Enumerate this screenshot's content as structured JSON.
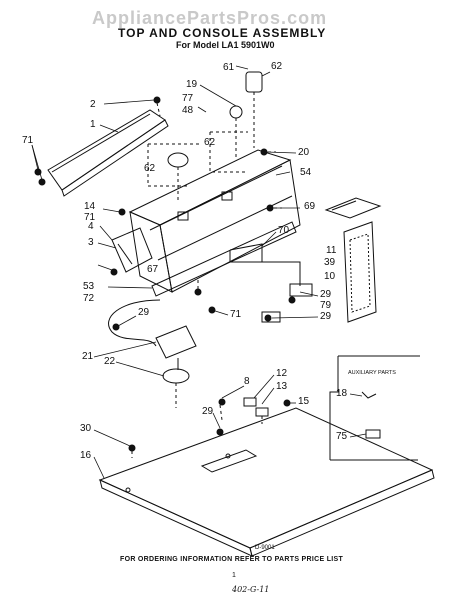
{
  "header": {
    "watermark": "AppliancePartsPros.com",
    "title": "TOP AND CONSOLE ASSEMBLY",
    "model": "For Model LA1 5901W0"
  },
  "aux_box": {
    "title": "AUXILIARY PARTS"
  },
  "diagram_code": "D-9001",
  "footer": {
    "note": "FOR ORDERING INFORMATION REFER TO PARTS PRICE LIST",
    "page": "1",
    "handwritten": "402-G-11"
  },
  "callouts": {
    "n61": "61",
    "n62a": "62",
    "n19": "19",
    "n77": "77",
    "n48": "48",
    "n62b": "62",
    "n62c": "62",
    "n2": "2",
    "n1": "1",
    "n71a": "71",
    "n20": "20",
    "n54": "54",
    "n14": "14",
    "n71b": "71",
    "n4": "4",
    "n69": "69",
    "n70": "70",
    "n3": "3",
    "n67": "67",
    "n11": "11",
    "n39": "39",
    "n10": "10",
    "n53": "53",
    "n72": "72",
    "n71c": "71",
    "n29a": "29",
    "n29b": "29",
    "n79": "79",
    "n29c": "29",
    "n21": "21",
    "n22": "22",
    "n8": "8",
    "n12": "12",
    "n13": "13",
    "n15": "15",
    "n29d": "29",
    "n30": "30",
    "n16": "16",
    "n18": "18",
    "n75": "75"
  }
}
